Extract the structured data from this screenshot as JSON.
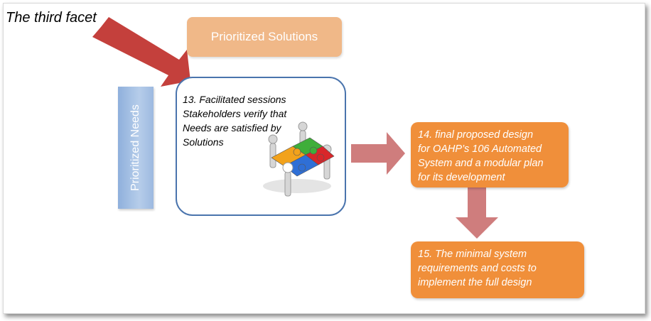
{
  "title": "The third facet",
  "prioritized_solutions": "Prioritized Solutions",
  "prioritized_needs": "Prioritized Needs",
  "step13": {
    "line1": "13. Facilitated sessions",
    "line2": "Stakeholders verify that",
    "line3": "Needs are satisfied by",
    "line4": "Solutions"
  },
  "step14": {
    "line1": "14. final proposed design",
    "line2": "for OAHP’s 106 Automated",
    "line3": "System and a modular plan",
    "line4": "for its development"
  },
  "step15": {
    "line1": "15. The minimal system",
    "line2": "requirements and costs to",
    "line3": "implement the full design"
  },
  "colors": {
    "big_arrow": "#c4403c",
    "connector_arrow": "#cf7d7d",
    "orange_box": "#f08f3a",
    "solutions_box": "#f0b888",
    "needs_bar": "#9db9e0",
    "box_border": "#4a74ad"
  },
  "icons": {
    "puzzle": "puzzle-team-icon"
  }
}
